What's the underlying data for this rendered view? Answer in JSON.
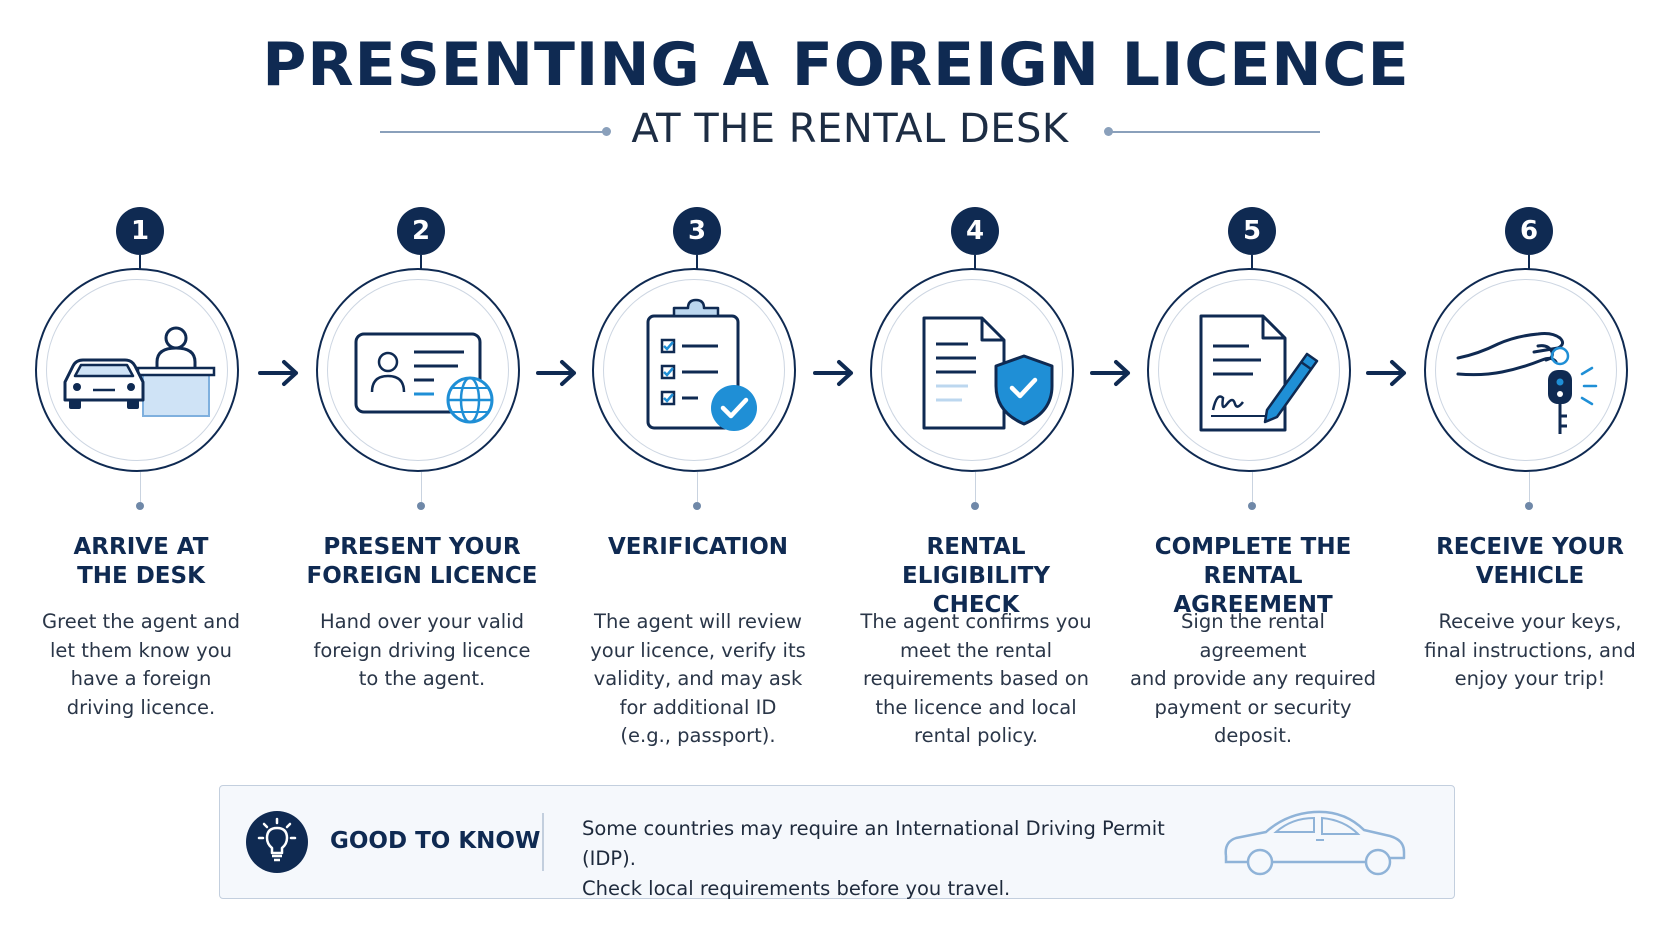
{
  "header": {
    "title": "PRESENTING A FOREIGN LICENCE",
    "subtitle": "AT THE RENTAL DESK"
  },
  "colors": {
    "navy": "#0f2a52",
    "accent_blue": "#1f8fd6",
    "light_blue": "#bcd7ef"
  },
  "steps": [
    {
      "number": "1",
      "icon": "car-at-desk-icon",
      "heading_line1": "ARRIVE AT",
      "heading_line2": "THE DESK",
      "desc": [
        "Greet the agent and",
        "let them know you",
        "have a foreign",
        "driving licence."
      ]
    },
    {
      "number": "2",
      "icon": "id-card-globe-icon",
      "heading_line1": "PRESENT YOUR",
      "heading_line2": "FOREIGN LICENCE",
      "desc": [
        "Hand over your valid",
        "foreign driving licence",
        "to the agent."
      ]
    },
    {
      "number": "3",
      "icon": "clipboard-check-icon",
      "heading_line1": "VERIFICATION",
      "heading_line2": "",
      "desc": [
        "The agent will review",
        "your licence, verify its",
        "validity, and may ask",
        "for additional ID",
        "(e.g., passport)."
      ]
    },
    {
      "number": "4",
      "icon": "document-shield-icon",
      "heading_line1": "RENTAL ELIGIBILITY",
      "heading_line2": "CHECK",
      "desc": [
        "The agent confirms you",
        "meet the rental",
        "requirements based on",
        "the licence and local",
        "rental policy."
      ]
    },
    {
      "number": "5",
      "icon": "document-signature-icon",
      "heading_line1": "COMPLETE THE",
      "heading_line2": "RENTAL AGREEMENT",
      "desc": [
        "Sign the rental agreement",
        "and provide any required",
        "payment or security",
        "deposit."
      ]
    },
    {
      "number": "6",
      "icon": "hand-keys-icon",
      "heading_line1": "RECEIVE YOUR",
      "heading_line2": "VEHICLE",
      "desc": [
        "Receive your keys,",
        "final instructions, and",
        "enjoy your trip!"
      ]
    }
  ],
  "tip": {
    "icon": "lightbulb-icon",
    "label": "GOOD TO KNOW",
    "line1": "Some countries may require an International Driving Permit (IDP).",
    "line2": "Check local requirements before you travel.",
    "decor_icon": "car-outline-icon"
  }
}
